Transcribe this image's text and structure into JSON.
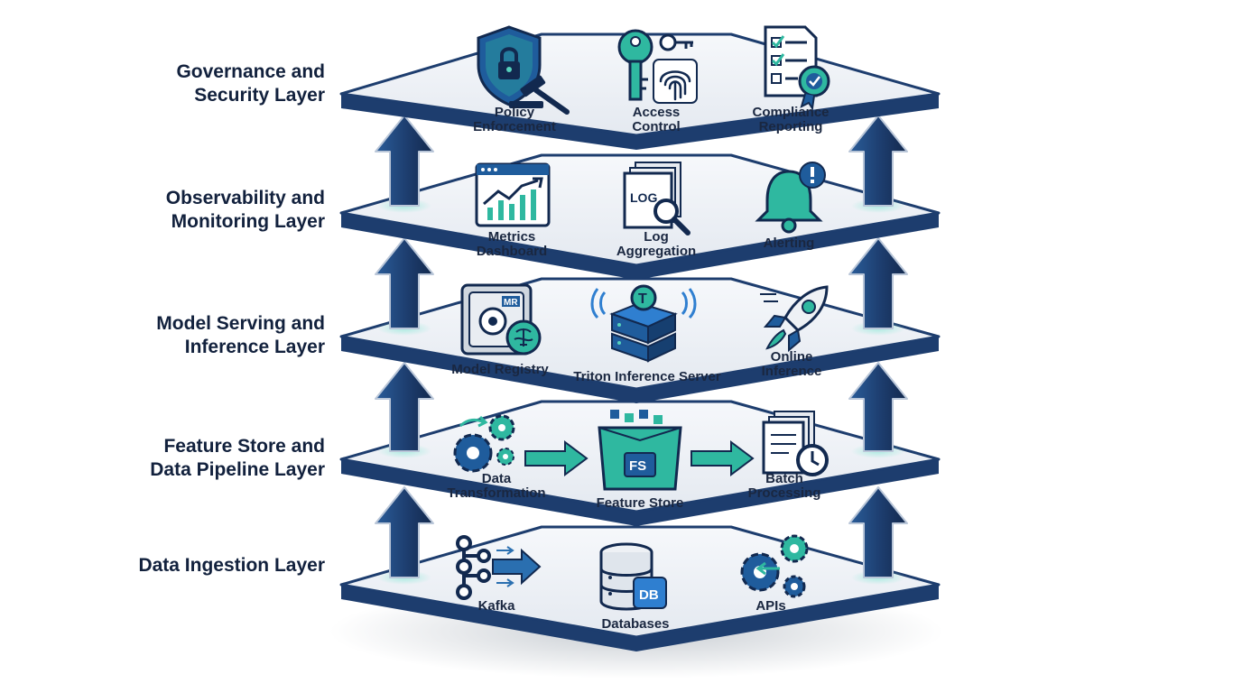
{
  "layers": [
    {
      "title_line1": "Governance and",
      "title_line2": "Security Layer",
      "components": [
        {
          "line1": "Policy",
          "line2": "Enforcement",
          "icon": "shield-lock-gavel-icon"
        },
        {
          "line1": "Access",
          "line2": "Control",
          "icon": "key-fingerprint-icon"
        },
        {
          "line1": "Compliance",
          "line2": "Reporting",
          "icon": "checklist-badge-icon"
        }
      ]
    },
    {
      "title_line1": "Observability and",
      "title_line2": "Monitoring Layer",
      "components": [
        {
          "line1": "Metrics",
          "line2": "Dashboard",
          "icon": "chart-dashboard-icon"
        },
        {
          "line1": "Log",
          "line2": "Aggregation",
          "icon": "log-magnifier-icon"
        },
        {
          "line1": "Alerting",
          "line2": "",
          "icon": "bell-alert-icon"
        }
      ],
      "icon_text": {
        "log": "LOG"
      }
    },
    {
      "title_line1": "Model Serving and",
      "title_line2": "Inference Layer",
      "components": [
        {
          "line1": "Model Registry",
          "line2": "",
          "icon": "vault-brain-icon"
        },
        {
          "line1": "Triton Inference Server",
          "line2": "",
          "icon": "server-stack-icon"
        },
        {
          "line1": "Online",
          "line2": "Inference",
          "icon": "rocket-icon"
        }
      ],
      "icon_text": {
        "vault": "MR",
        "server": "T"
      }
    },
    {
      "title_line1": "Feature Store and",
      "title_line2": "Data Pipeline Layer",
      "components": [
        {
          "line1": "Data",
          "line2": "Transformation",
          "icon": "gears-icon"
        },
        {
          "line1": "Feature Store",
          "line2": "",
          "icon": "feature-store-box-icon"
        },
        {
          "line1": "Batch",
          "line2": "Processing",
          "icon": "documents-clock-icon"
        }
      ],
      "icon_text": {
        "store": "FS"
      }
    },
    {
      "title_line1": "Data Ingestion Layer",
      "title_line2": "",
      "components": [
        {
          "line1": "Kafka",
          "line2": "",
          "icon": "kafka-nodes-icon"
        },
        {
          "line1": "Databases",
          "line2": "",
          "icon": "database-stack-icon"
        },
        {
          "line1": "APIs",
          "line2": "",
          "icon": "api-gears-icon"
        }
      ],
      "icon_text": {
        "db": "DB"
      }
    }
  ],
  "colors": {
    "navy": "#1d3d6e",
    "navy_dark": "#12294f",
    "teal": "#2fb8a0",
    "teal_light": "#57d2bd",
    "blue": "#2a6fb0",
    "slab_top": "#eef1f5",
    "slab_edge": "#1d3d6e",
    "text": "#12213d"
  }
}
